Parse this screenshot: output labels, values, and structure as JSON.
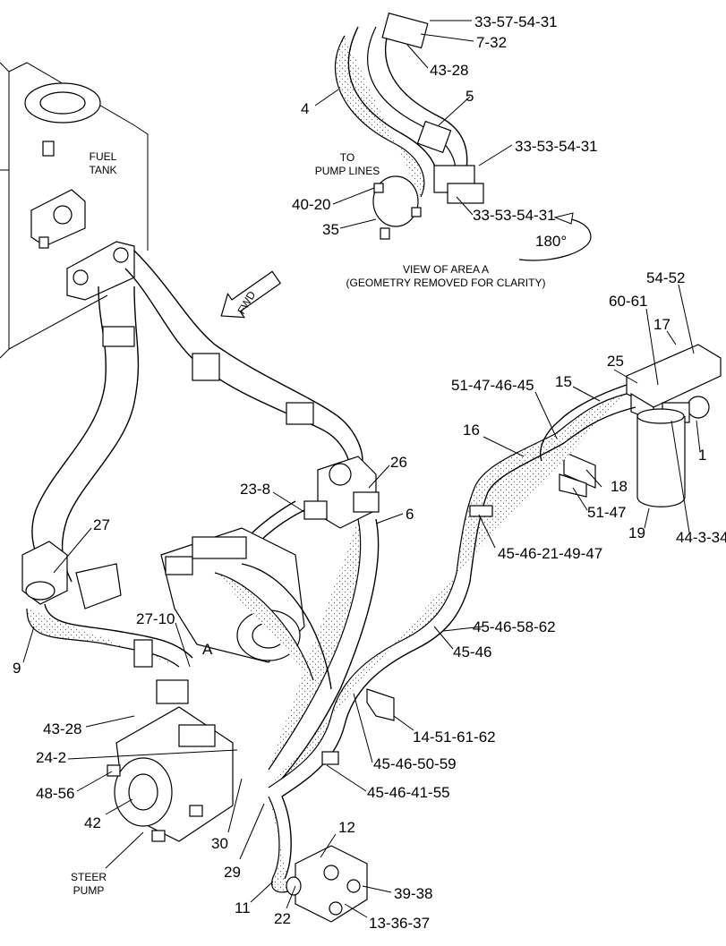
{
  "callouts": {
    "c33_57_54_31": "33-57-54-31",
    "c7_32": "7-32",
    "c43_28_top": "43-28",
    "c4": "4",
    "c5": "5",
    "c33_53_54_31_a": "33-53-54-31",
    "c33_53_54_31_b": "33-53-54-31",
    "c40_20": "40-20",
    "c35": "35",
    "c54_52": "54-52",
    "c60_61": "60-61",
    "c17": "17",
    "c25": "25",
    "c15": "15",
    "c51_47_46_45": "51-47-46-45",
    "c16": "16",
    "c1": "1",
    "c18": "18",
    "c51_47": "51-47",
    "c19": "19",
    "c44_3_34": "44-3-34",
    "c26": "26",
    "c23_8": "23-8",
    "c6": "6",
    "c27": "27",
    "c45_46_21_49_47": "45-46-21-49-47",
    "c45_46_58_62": "45-46-58-62",
    "c45_46": "45-46",
    "c27_10": "27-10",
    "cA": "A",
    "c9": "9",
    "c43_28_low": "43-28",
    "c14_51_61_62": "14-51-61-62",
    "c24_2": "24-2",
    "c45_46_50_59": "45-46-50-59",
    "c48_56": "48-56",
    "c45_46_41_55": "45-46-41-55",
    "c42": "42",
    "c12": "12",
    "c30": "30",
    "c29": "29",
    "c39_38": "39-38",
    "c11": "11",
    "c22": "22",
    "c13_36_37": "13-36-37"
  },
  "notes": {
    "fuel_tank_line1": "FUEL",
    "fuel_tank_line2": "TANK",
    "to_pump_line1": "TO",
    "to_pump_line2": "PUMP LINES",
    "rotation": "180°",
    "view_area_line1": "VIEW OF AREA A",
    "view_area_line2": "(GEOMETRY REMOVED FOR CLARITY)",
    "fwd": "FWD",
    "steer_pump_line1": "STEER",
    "steer_pump_line2": "PUMP"
  }
}
